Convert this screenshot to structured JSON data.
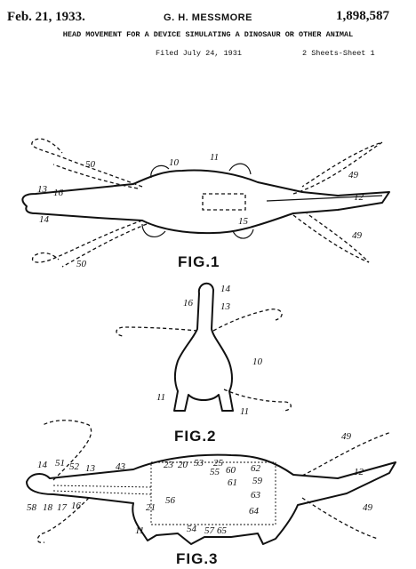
{
  "header": {
    "date": "Feb. 21, 1933.",
    "inventor": "G. H. MESSMORE",
    "patent_number": "1,898,587",
    "title": "HEAD MOVEMENT FOR A DEVICE SIMULATING A DINOSAUR OR OTHER ANIMAL",
    "filed": "Filed July 24, 1931",
    "sheets": "2 Sheets-Sheet 1"
  },
  "figures": {
    "fig1": {
      "label": "FIG.1",
      "refs": [
        "10",
        "11",
        "12",
        "13",
        "14",
        "15",
        "16",
        "49",
        "49",
        "50",
        "50"
      ]
    },
    "fig2": {
      "label": "FIG.2",
      "refs": [
        "14",
        "16",
        "13",
        "10",
        "11",
        "11"
      ]
    },
    "fig3": {
      "label": "FIG.3",
      "refs": [
        "49",
        "12",
        "49",
        "14",
        "51",
        "52",
        "13",
        "43",
        "23",
        "20",
        "53",
        "25",
        "55",
        "60",
        "61",
        "62",
        "59",
        "63",
        "64",
        "56",
        "21",
        "58",
        "18",
        "17",
        "16",
        "11",
        "54",
        "57",
        "65"
      ]
    }
  },
  "icons": [
    "dinosaur-top-view-drawing",
    "dinosaur-front-view-drawing",
    "dinosaur-side-view-drawing"
  ]
}
